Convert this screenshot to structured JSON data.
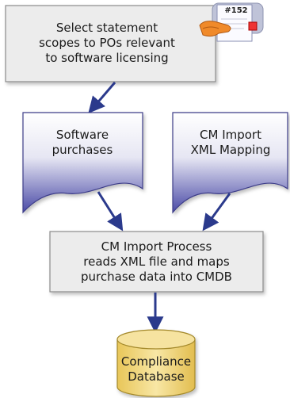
{
  "diagram": {
    "select_step": "Select statement\nscopes to POs relevant\nto software licensing",
    "po_badge": "#152",
    "software_purchases": "Software\npurchases",
    "xml_mapping": "CM Import\nXML Mapping",
    "import_process": "CM Import Process\nreads XML file and maps\npurchase data into CMDB",
    "compliance_db": "Compliance\nDatabase",
    "colors": {
      "process_fill": "#ececec",
      "process_border": "#8a8a8a",
      "document_gradient_top": "#ffffff",
      "document_gradient_bottom": "#4a4aa6",
      "arrow": "#2b3a8c",
      "database_fill": "#f1d679",
      "database_border": "#a4892c"
    }
  }
}
